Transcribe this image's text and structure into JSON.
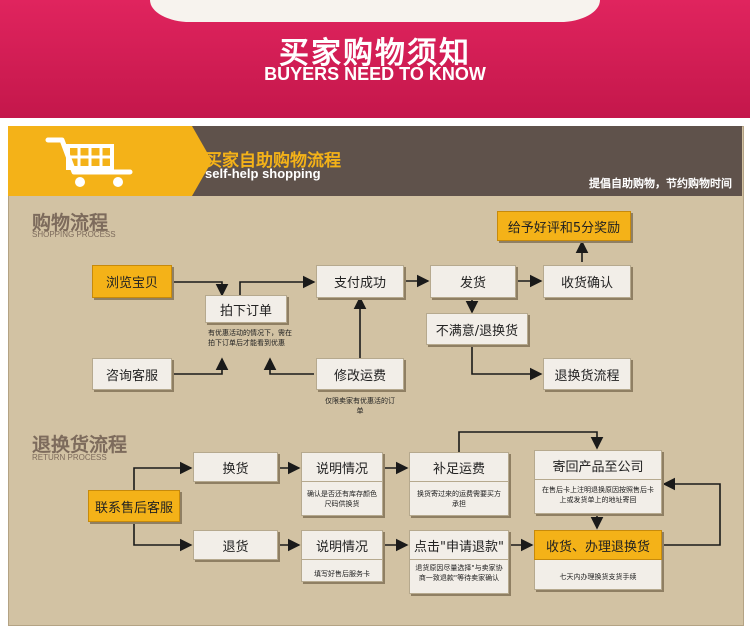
{
  "banner": {
    "title": "买家购物须知",
    "subtitle": "BUYERS NEED TO KNOW"
  },
  "header": {
    "title": "买家自助购物流程",
    "subtitle": "self-help shopping",
    "slogan": "提倡自助购物，节约购物时间"
  },
  "shopping": {
    "title": "购物流程",
    "title_en": "SHOPPING PROCESS",
    "browse": "浏览宝贝",
    "consult": "咨询客服",
    "order": "拍下订单",
    "order_note": "有优惠活动的情况下，需在拍下订单后才能看到优惠",
    "pay": "支付成功",
    "modify": "修改运费",
    "modify_note": "仅限卖家有优惠活的订单",
    "ship": "发货",
    "confirm": "收货确认",
    "reward": "给予好评和5分奖励",
    "unhappy": "不满意/退换货",
    "return_flow": "退换货流程"
  },
  "returns": {
    "title": "退换货流程",
    "title_en": "RETURN PROCESS",
    "contact": "联系售后客服",
    "exchange": "换货",
    "refund": "退货",
    "explain": "说明情况",
    "explain_note1": "确认是否还有库存颜色尺码供换货",
    "explain2": "说明情况",
    "explain_note2": "填写好售后服务卡",
    "freight": "补足运费",
    "freight_note": "换货寄过来的运费需要买方承担",
    "apply": "点击\"申请退款\"",
    "apply_note": "退货原因尽量选择\"与卖家协商一致退款\"等待卖家确认",
    "send_back": "寄回产品至公司",
    "send_back_note": "在售后卡上注明退换原因按照售后卡上或发货单上的地址寄回",
    "receive": "收货、办理退换货",
    "receive_note": "七天内办理换货支货手续"
  },
  "colors": {
    "pink": "#e0245e",
    "yellow": "#f4b218",
    "dark": "#5f524b",
    "panel": "#d2c2a3"
  }
}
